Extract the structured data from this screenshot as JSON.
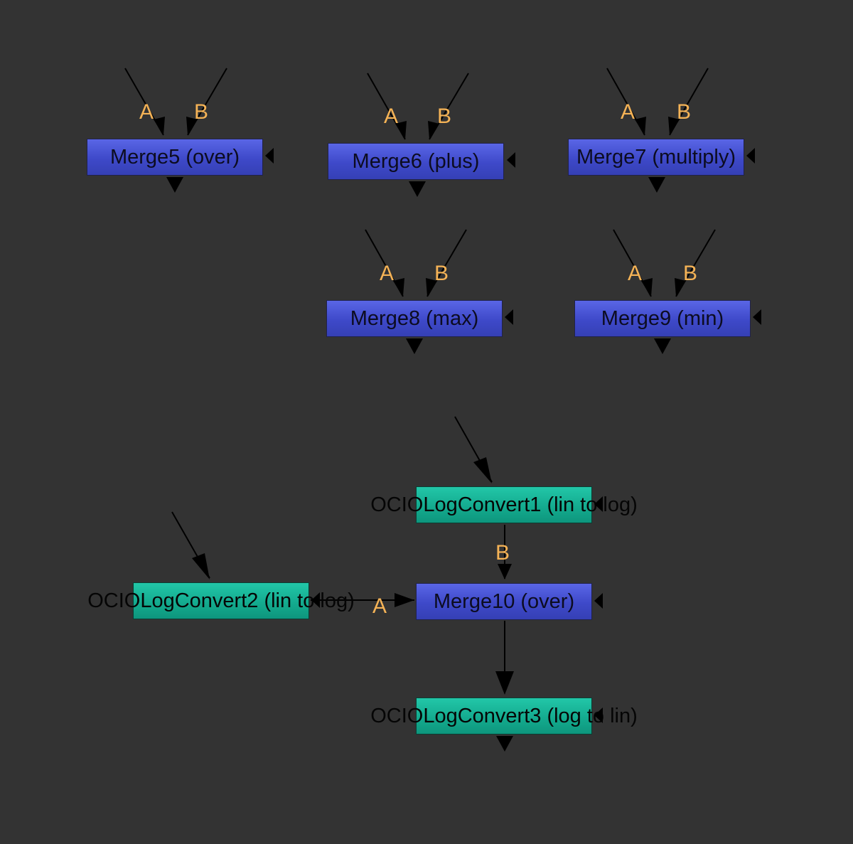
{
  "graph": {
    "background": "#333333",
    "merge_color": "#4a55d6",
    "ocio_color": "#16b396",
    "input_label_color": "#f5b356",
    "nodes": {
      "merge5": {
        "label": "Merge5 (over)"
      },
      "merge6": {
        "label": "Merge6 (plus)"
      },
      "merge7": {
        "label": "Merge7 (multiply)"
      },
      "merge8": {
        "label": "Merge8 (max)"
      },
      "merge9": {
        "label": "Merge9 (min)"
      },
      "ocio1": {
        "label": "OCIOLogConvert1 (lin to log)"
      },
      "ocio2": {
        "label": "OCIOLogConvert2 (lin to log)"
      },
      "merge10": {
        "label": "Merge10 (over)"
      },
      "ocio3": {
        "label": "OCIOLogConvert3 (log to lin)"
      }
    },
    "input_labels": {
      "a": "A",
      "b": "B"
    }
  }
}
